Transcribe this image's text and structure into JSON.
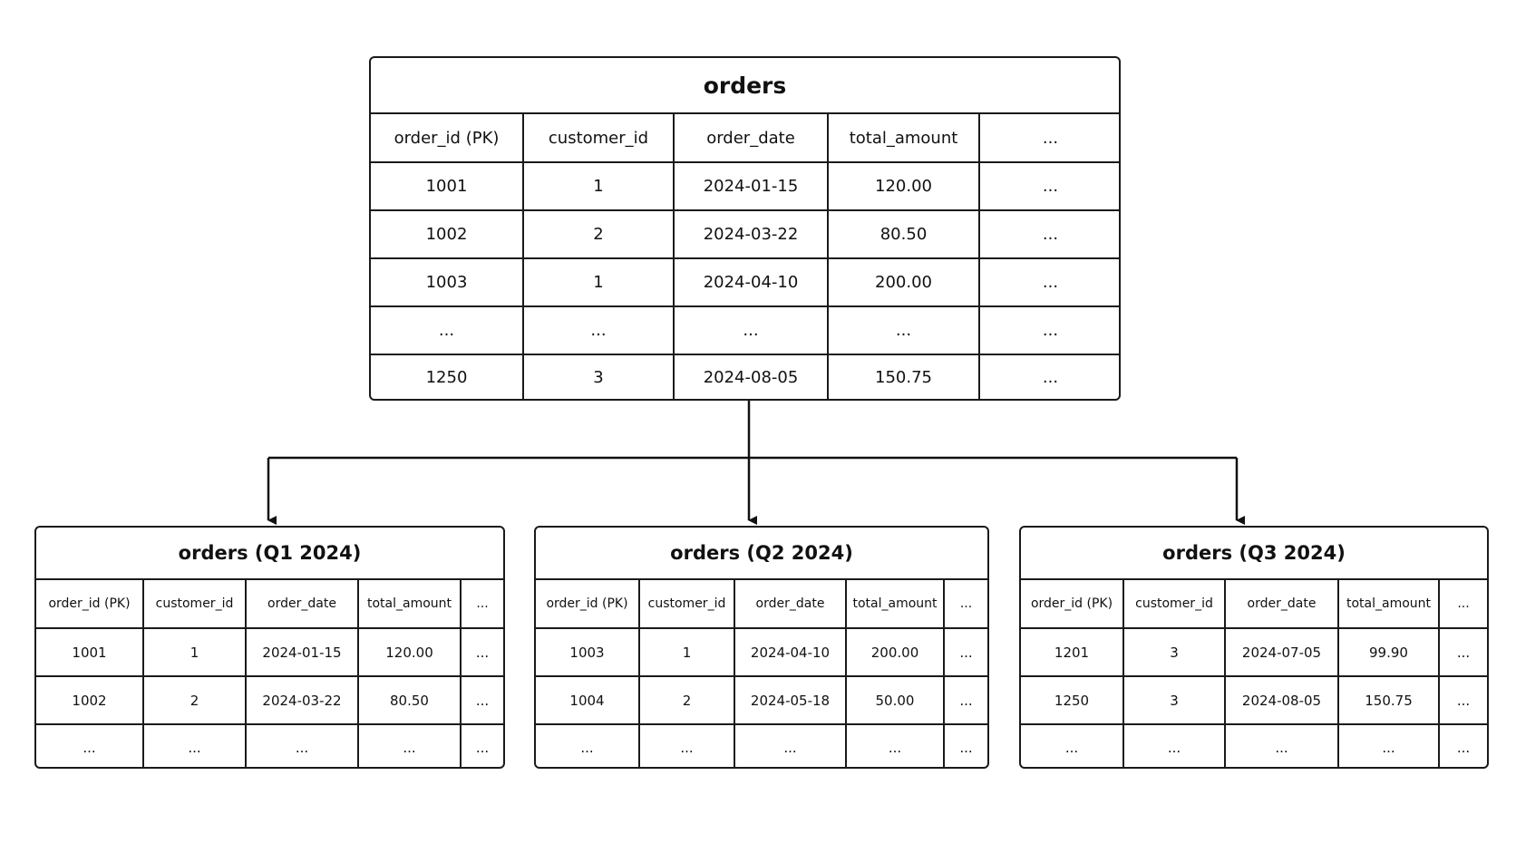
{
  "main": {
    "title": "orders",
    "columns": [
      "order_id (PK)",
      "customer_id",
      "order_date",
      "total_amount",
      "..."
    ],
    "rows": [
      [
        "1001",
        "1",
        "2024-01-15",
        "120.00",
        "..."
      ],
      [
        "1002",
        "2",
        "2024-03-22",
        "80.50",
        "..."
      ],
      [
        "1003",
        "1",
        "2024-04-10",
        "200.00",
        "..."
      ],
      [
        "...",
        "...",
        "...",
        "...",
        "..."
      ],
      [
        "1250",
        "3",
        "2024-08-05",
        "150.75",
        "..."
      ]
    ]
  },
  "partitions": [
    {
      "title": "orders (Q1 2024)",
      "columns": [
        "order_id (PK)",
        "customer_id",
        "order_date",
        "total_amount",
        "..."
      ],
      "rows": [
        [
          "1001",
          "1",
          "2024-01-15",
          "120.00",
          "..."
        ],
        [
          "1002",
          "2",
          "2024-03-22",
          "80.50",
          "..."
        ],
        [
          "...",
          "...",
          "...",
          "...",
          "..."
        ]
      ]
    },
    {
      "title": "orders (Q2 2024)",
      "columns": [
        "order_id (PK)",
        "customer_id",
        "order_date",
        "total_amount",
        "..."
      ],
      "rows": [
        [
          "1003",
          "1",
          "2024-04-10",
          "200.00",
          "..."
        ],
        [
          "1004",
          "2",
          "2024-05-18",
          "50.00",
          "..."
        ],
        [
          "...",
          "...",
          "...",
          "...",
          "..."
        ]
      ]
    },
    {
      "title": "orders (Q3 2024)",
      "columns": [
        "order_id (PK)",
        "customer_id",
        "order_date",
        "total_amount",
        "..."
      ],
      "rows": [
        [
          "1201",
          "3",
          "2024-07-05",
          "99.90",
          "..."
        ],
        [
          "1250",
          "3",
          "2024-08-05",
          "150.75",
          "..."
        ],
        [
          "...",
          "...",
          "...",
          "...",
          "..."
        ]
      ]
    }
  ]
}
